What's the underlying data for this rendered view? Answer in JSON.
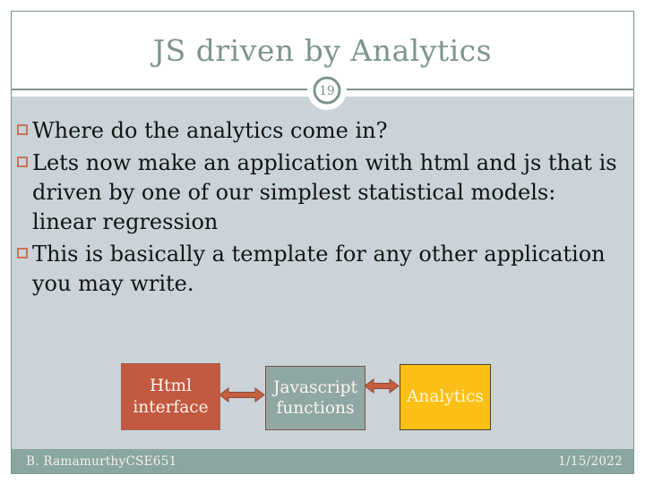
{
  "slide": {
    "title": "JS driven by Analytics",
    "page_number": "19",
    "bullets": [
      "Where do the analytics come in?",
      "Lets now make an application with html and js that is\ndriven by one of our simplest statistical models:\nlinear regression",
      "This is basically a template for any other application\nyou may write."
    ],
    "diagram": {
      "boxes": [
        {
          "label": "Html\ninterface",
          "fill": "#c25940"
        },
        {
          "label": "Javascript\nfunctions",
          "fill": "#8fa8a4"
        },
        {
          "label": "Analytics",
          "fill": "#fcbf16"
        }
      ],
      "arrow_color": "#c4603f",
      "arrow_outline": "#8d4938"
    },
    "footer": {
      "author": "B. RamamurthyCSE651",
      "date": "1/15/2022"
    },
    "colors": {
      "title_text": "#7e948f",
      "frame_border": "#7e948f",
      "content_background": "#c9d3d8",
      "footer_background": "#8ba6a0",
      "bullet_marker": "#c87257",
      "body_text": "#141414"
    }
  }
}
